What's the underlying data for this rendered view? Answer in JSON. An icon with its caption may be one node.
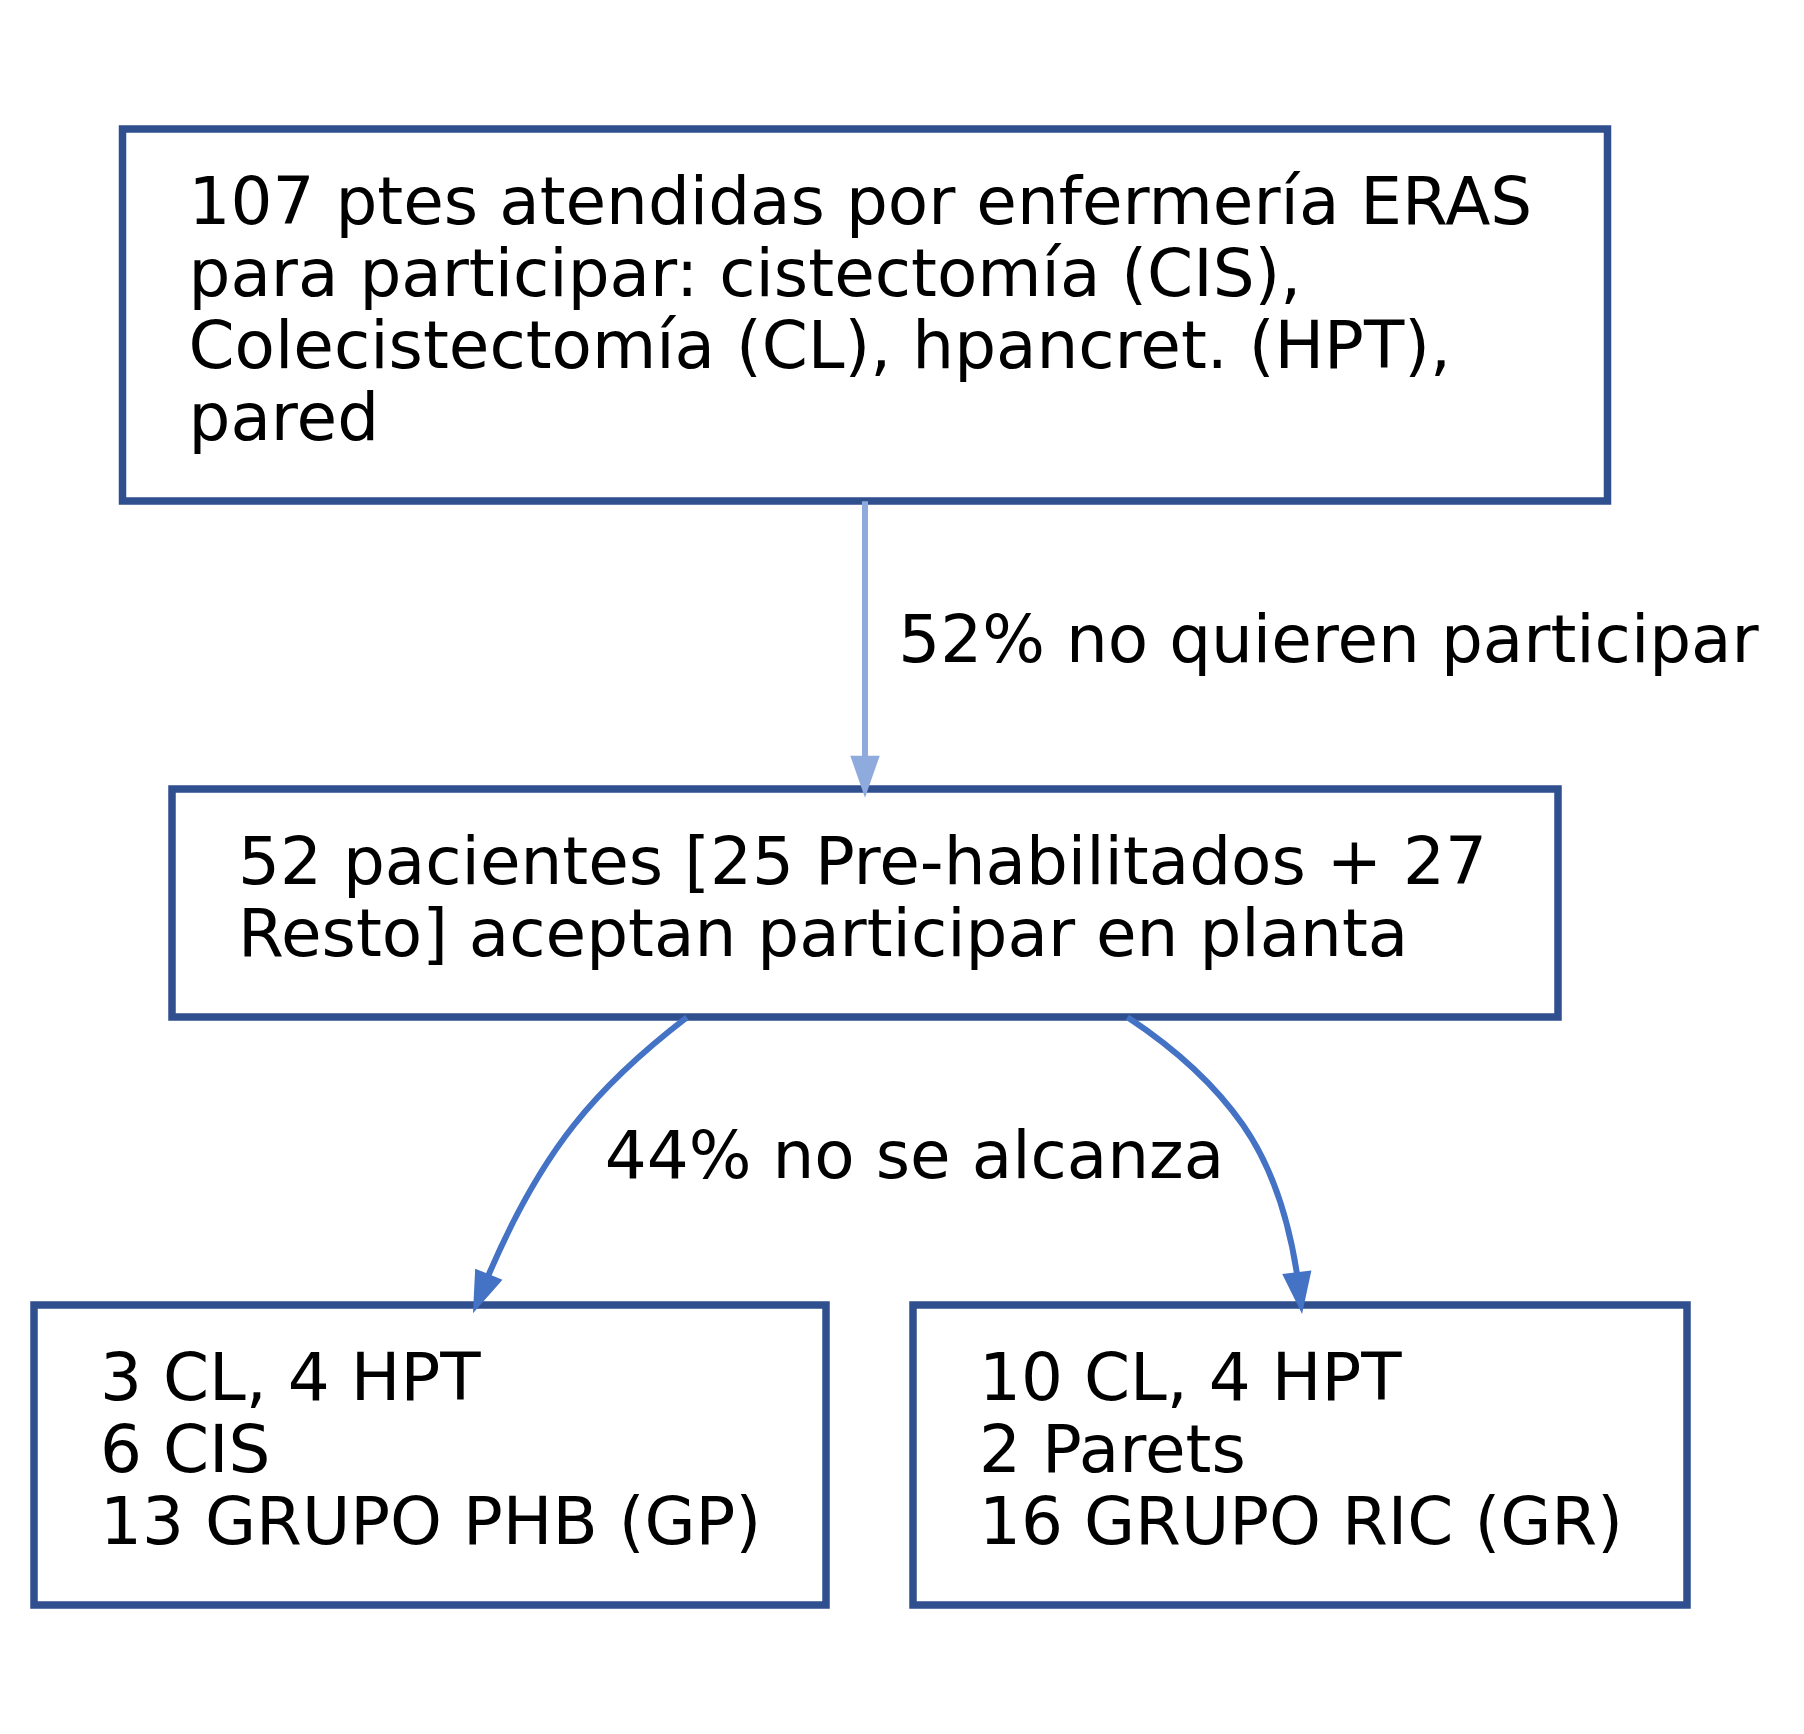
{
  "diagram": {
    "nodes": [
      {
        "text": [
          "107 ptes atendidas por enfermería ERAS para participar: cistectomía (CIS), Colecistectomía (CL), hpancret. (HPT), pared"
        ]
      },
      {
        "text": [
          "52 pacientes [25 Pre-habilitados + 27 Resto] aceptan participar en planta"
        ]
      },
      {
        "text": [
          "3 CL, 4 HPT",
          "6 CIS",
          "13 GRUPO PHB (GP)"
        ]
      },
      {
        "text": [
          "10 CL, 4 HPT",
          "2 Parets",
          "16 GRUPO RIC (GR)"
        ]
      }
    ],
    "edges": [
      {
        "from": 0,
        "to": 1,
        "arrow": "to",
        "label": "52% no quieren participar",
        "color": "#8faadc"
      },
      {
        "from": 1,
        "to": 2,
        "arrow": "to",
        "label": "44% no se alcanza"
      },
      {
        "from": 1,
        "to": 3,
        "arrow": "to"
      }
    ]
  }
}
